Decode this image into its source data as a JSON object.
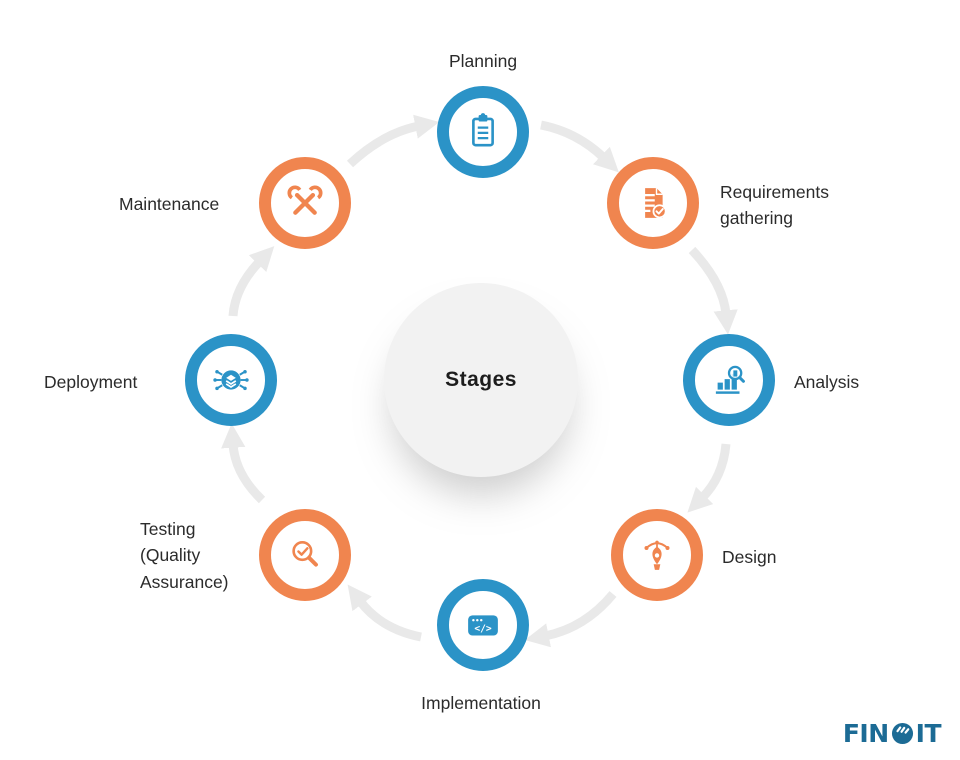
{
  "center": {
    "label": "Stages"
  },
  "stages": [
    {
      "id": "planning",
      "label": "Planning",
      "color": "blue",
      "icon": "clipboard-icon"
    },
    {
      "id": "requirements-gathering",
      "label": "Requirements\ngathering",
      "color": "orange",
      "icon": "document-check-icon"
    },
    {
      "id": "analysis",
      "label": "Analysis",
      "color": "blue",
      "icon": "chart-magnifier-icon"
    },
    {
      "id": "design",
      "label": "Design",
      "color": "orange",
      "icon": "pen-tool-icon"
    },
    {
      "id": "implementation",
      "label": "Implementation",
      "color": "blue",
      "icon": "code-window-icon"
    },
    {
      "id": "testing",
      "label": "Testing\n(Quality\nAssurance)",
      "color": "orange",
      "icon": "magnifier-check-icon"
    },
    {
      "id": "deployment",
      "label": "Deployment",
      "color": "blue",
      "icon": "deploy-network-icon"
    },
    {
      "id": "maintenance",
      "label": "Maintenance",
      "color": "orange",
      "icon": "crossed-wrenches-icon"
    }
  ],
  "cycle": {
    "direction": "clockwise",
    "order": [
      "Planning",
      "Requirements gathering",
      "Analysis",
      "Design",
      "Implementation",
      "Testing (Quality Assurance)",
      "Deployment",
      "Maintenance"
    ]
  },
  "logo": {
    "prefix": "FIN",
    "suffix": "IT",
    "full": "FINOIT"
  },
  "palette": {
    "blue": "#2B93C7",
    "orange": "#F0854F",
    "arrow_gray": "#E9E9E9",
    "center_circle_bg": "#F2F2F2",
    "label_text": "#2B2B2B",
    "logo_blue": "#1C6B95"
  }
}
